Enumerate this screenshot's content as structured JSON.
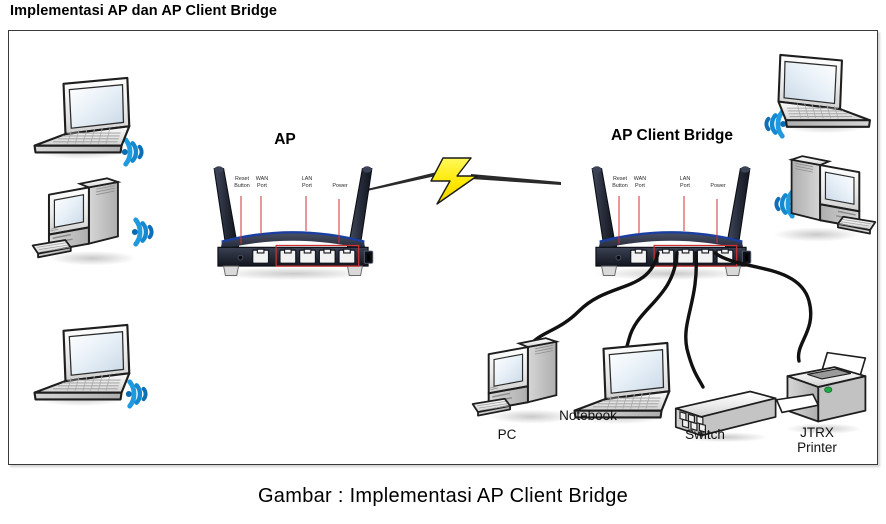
{
  "document": {
    "title": "Implementasi AP dan AP Client Bridge",
    "caption": "Gambar :  Implementasi AP Client Bridge"
  },
  "colors": {
    "wifi_arc": "#1a8fd8",
    "wifi_arc_dark": "#0a5f9e",
    "router_body": "#2b3040",
    "router_accent": "#1b3fa0",
    "callout_red": "#d03030",
    "bolt_yellow": "#ffe800",
    "cable": "#111111",
    "frame_border": "#3a3a3a",
    "device_gray": "#e8e8e8",
    "screen_blue": "#dfe9f4",
    "printer_led": "#22aa44"
  },
  "diagram": {
    "access_point": {
      "title": "AP",
      "ports": [
        {
          "id": "reset",
          "label_line1": "Reset",
          "label_line2": "Button"
        },
        {
          "id": "wan",
          "label_line1": "WAN",
          "label_line2": "Port"
        },
        {
          "id": "lan",
          "label_line1": "LAN",
          "label_line2": "Port"
        },
        {
          "id": "power",
          "label_line1": "Power",
          "label_line2": ""
        }
      ],
      "lan_port_count": 4,
      "antenna_count": 2
    },
    "client_bridge": {
      "title": "AP Client Bridge",
      "ports": [
        {
          "id": "reset",
          "label_line1": "Reset",
          "label_line2": "Button"
        },
        {
          "id": "wan",
          "label_line1": "WAN",
          "label_line2": "Port"
        },
        {
          "id": "lan",
          "label_line1": "LAN",
          "label_line2": "Port"
        },
        {
          "id": "power",
          "label_line1": "Power",
          "label_line2": ""
        }
      ],
      "lan_port_count": 4,
      "antenna_count": 2
    },
    "wireless_link": {
      "icon": "lightning-bolt",
      "label": ""
    },
    "wireless_clients_left": [
      {
        "id": "laptop-left-top",
        "type": "laptop",
        "label": ""
      },
      {
        "id": "desktop-left-middle",
        "type": "desktop-pc",
        "label": ""
      },
      {
        "id": "laptop-left-bottom",
        "type": "laptop",
        "label": ""
      }
    ],
    "wireless_clients_right": [
      {
        "id": "laptop-right-top",
        "type": "laptop",
        "label": ""
      },
      {
        "id": "desktop-right-middle",
        "type": "desktop-pc",
        "label": ""
      }
    ],
    "wired_clients": [
      {
        "id": "pc",
        "type": "desktop-pc",
        "label": "PC"
      },
      {
        "id": "notebook",
        "type": "laptop",
        "label": "Notebook"
      },
      {
        "id": "switch",
        "type": "switch",
        "label": "Switch"
      },
      {
        "id": "printer",
        "type": "printer",
        "label_line1": "JTRX",
        "label_line2": "Printer"
      }
    ]
  }
}
